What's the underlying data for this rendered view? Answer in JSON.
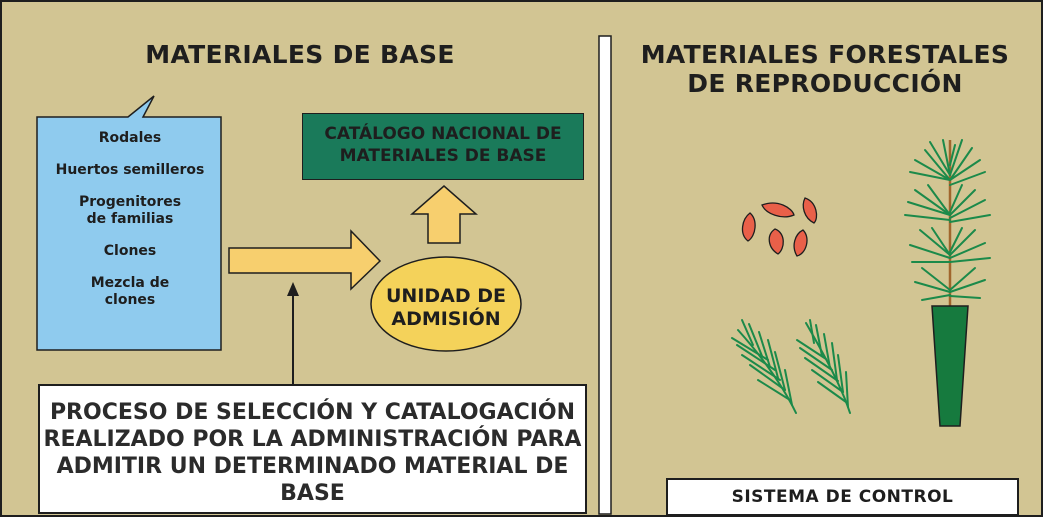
{
  "left_section": {
    "title": "MATERIALES DE BASE",
    "base_types": [
      "Rodales",
      "Huertos semilleros",
      "Progenitores de familias",
      "Clones",
      "Mezcla de clones"
    ],
    "catalog": "CATÁLOGO NACIONAL DE MATERIALES DE BASE",
    "admission_unit": "UNIDAD DE ADMISIÓN",
    "process": "PROCESO DE SELECCIÓN Y CATALOGACIÓN REALIZADO POR LA ADMINISTRACIÓN PARA ADMITIR UN DETERMINADO MATERIAL DE BASE"
  },
  "right_section": {
    "title": "MATERIALES FORESTALES DE REPRODUCCIÓN",
    "control": "SISTEMA DE CONTROL"
  },
  "colors": {
    "background": "#d2c593",
    "callout_fill": "#8fcbee",
    "catalog_fill": "#1a7a5a",
    "arrow_fill": "#f7cf6e",
    "ellipse_fill": "#f4d25a",
    "seed_fill": "#e96049",
    "foliage": "#1b8a4a",
    "pot_fill": "#167a3e"
  },
  "icons": [
    "callout-bubble",
    "right-arrow",
    "up-arrow",
    "thin-up-arrow",
    "seeds-icon",
    "pine-sprig-icon",
    "seedling-in-pot-icon"
  ]
}
